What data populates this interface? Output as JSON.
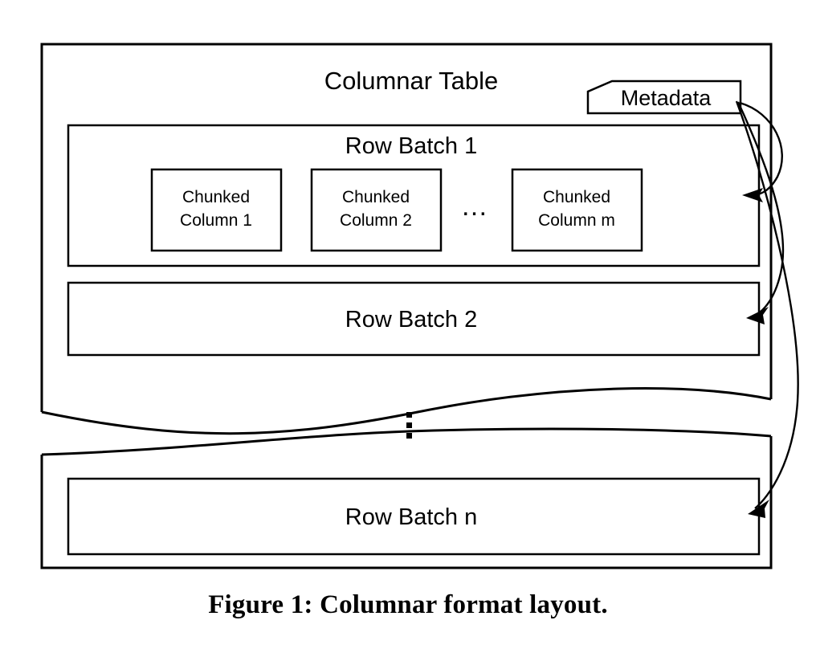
{
  "figure": {
    "caption": "Figure 1: Columnar format layout.",
    "table_title": "Columnar Table",
    "metadata_label": "Metadata",
    "ellipsis_horizontal": "…",
    "vertical_ellipsis_dots": 3,
    "colors": {
      "stroke": "#000000",
      "background": "#ffffff"
    },
    "row_batches": [
      {
        "label": "Row Batch 1",
        "expanded": true
      },
      {
        "label": "Row Batch 2",
        "expanded": false
      },
      {
        "label": "Row Batch n",
        "expanded": false
      }
    ],
    "chunked_columns": [
      {
        "line1": "Chunked",
        "line2": "Column 1"
      },
      {
        "line1": "Chunked",
        "line2": "Column 2"
      },
      {
        "line1": "Chunked",
        "line2": "Column m"
      }
    ],
    "arrows": [
      {
        "from": "metadata",
        "to": "Row Batch 1"
      },
      {
        "from": "metadata",
        "to": "Row Batch 2"
      },
      {
        "from": "metadata",
        "to": "Row Batch n"
      }
    ]
  }
}
